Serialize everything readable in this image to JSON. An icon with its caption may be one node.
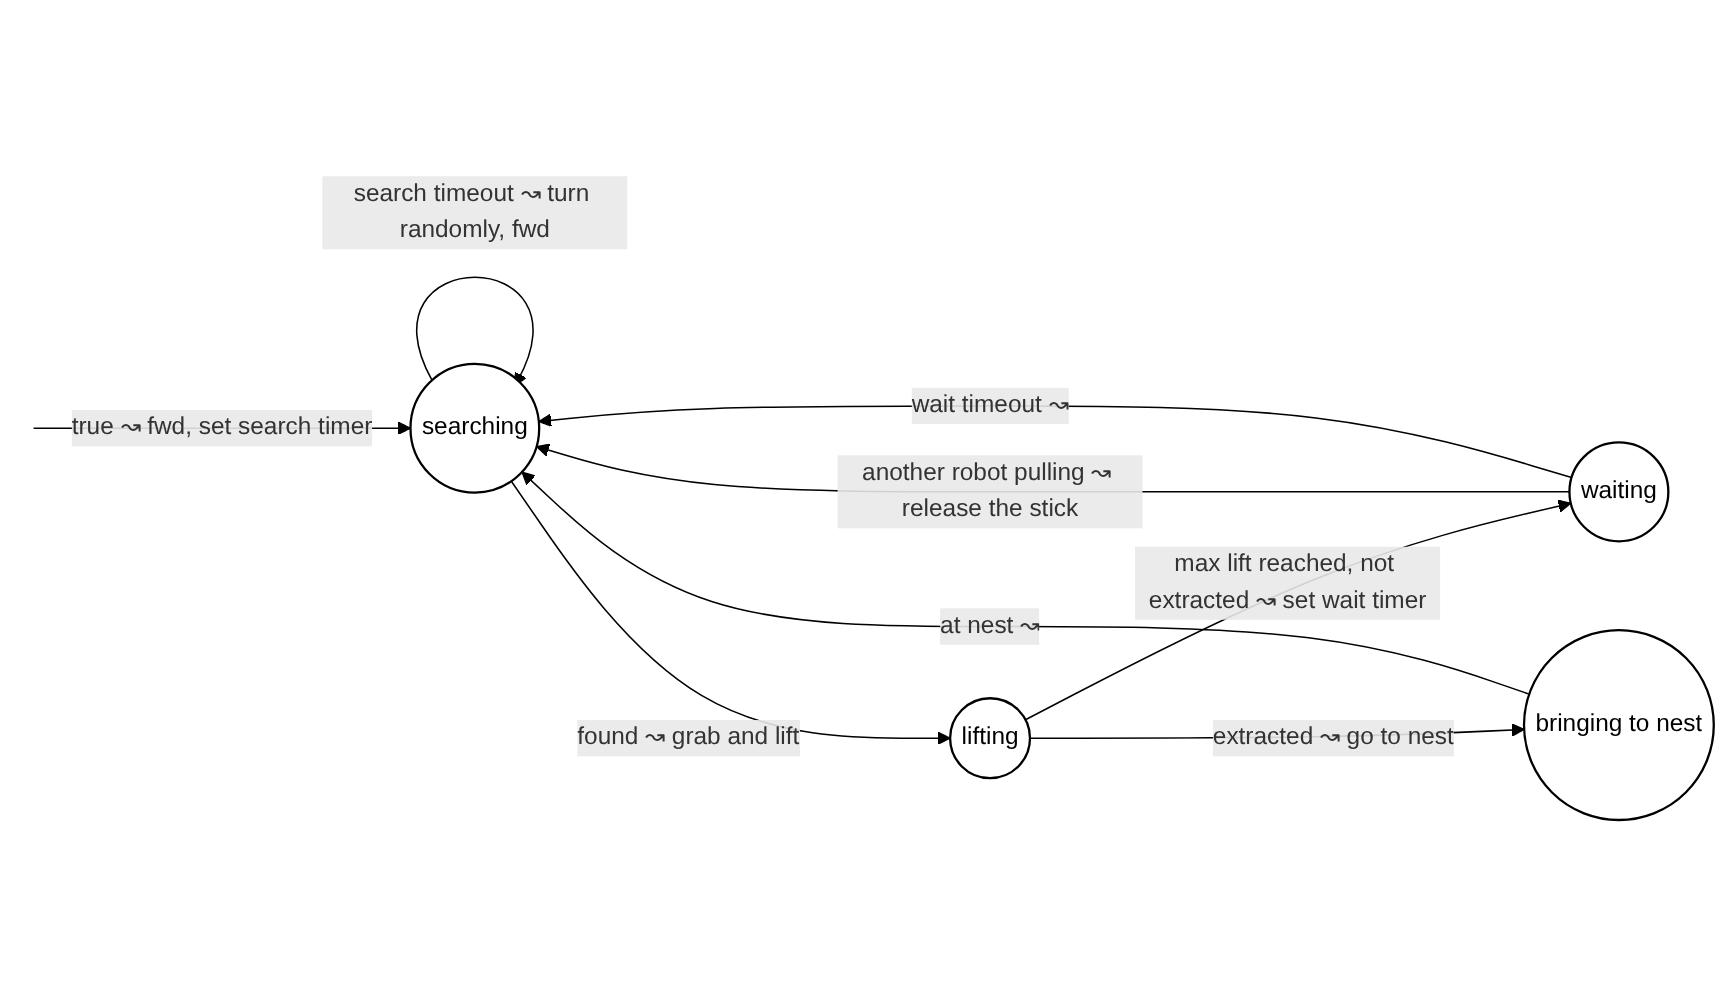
{
  "diagram": {
    "nodes": [
      {
        "text": [
          "searching"
        ]
      },
      {
        "text": [
          "lifting"
        ]
      },
      {
        "text": [
          "waiting"
        ]
      },
      {
        "text": [
          "bringing to nest"
        ]
      }
    ],
    "edges": [
      {
        "from": null,
        "to": 0,
        "arrow": "to",
        "label": "true ↝ fwd, set search timer"
      },
      {
        "from": 0,
        "to": 0,
        "arrow": "to",
        "label": "search timeout ↝ turn randomly, fwd"
      },
      {
        "from": 0,
        "to": 1,
        "arrow": "to",
        "label": "found ↝ grab and lift"
      },
      {
        "from": 1,
        "to": 2,
        "arrow": "to",
        "label": "max lift reached, not extracted ↝ set wait timer"
      },
      {
        "from": 1,
        "to": 3,
        "arrow": "to",
        "label": "extracted ↝ go to nest"
      },
      {
        "from": 2,
        "to": 0,
        "arrow": "to",
        "label": "another robot pulling ↝ release the stick"
      },
      {
        "from": 2,
        "to": 0,
        "arrow": "to",
        "label": "wait timeout ↝"
      },
      {
        "from": 3,
        "to": 0,
        "arrow": "to",
        "label": "at nest ↝"
      }
    ]
  }
}
